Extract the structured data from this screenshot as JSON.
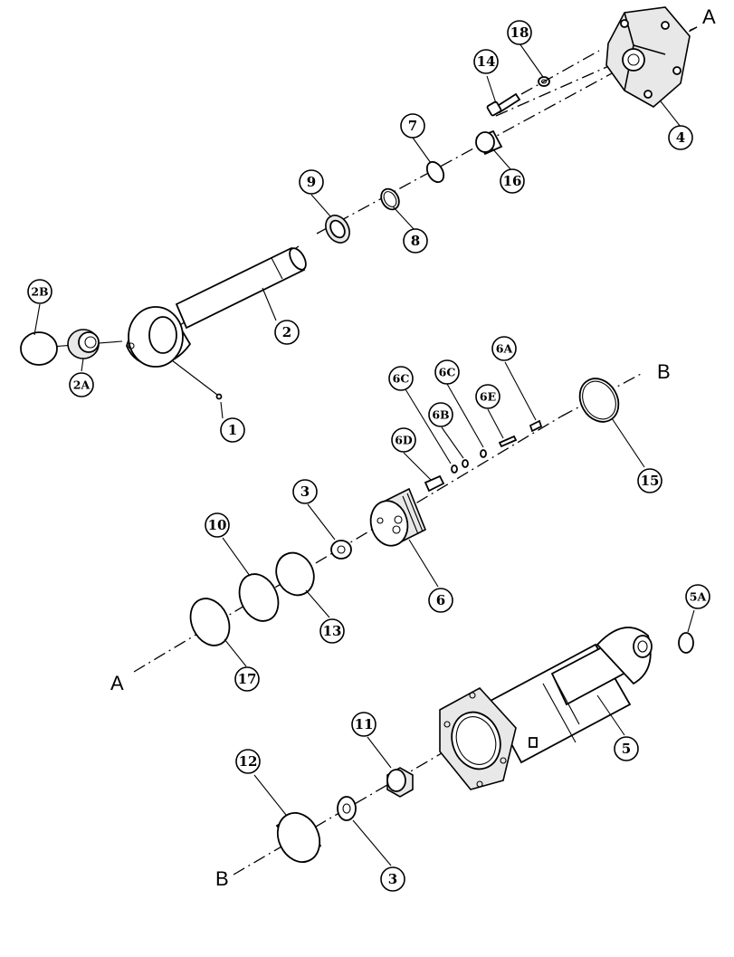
{
  "callouts": [
    {
      "id": "c18",
      "text": "18"
    },
    {
      "id": "c14",
      "text": "14"
    },
    {
      "id": "c4",
      "text": "4"
    },
    {
      "id": "c7",
      "text": "7"
    },
    {
      "id": "c16",
      "text": "16"
    },
    {
      "id": "c9",
      "text": "9"
    },
    {
      "id": "c8",
      "text": "8"
    },
    {
      "id": "c2B",
      "text": "2B"
    },
    {
      "id": "c2",
      "text": "2"
    },
    {
      "id": "c2A",
      "text": "2A"
    },
    {
      "id": "c1",
      "text": "1"
    },
    {
      "id": "c6A",
      "text": "6A"
    },
    {
      "id": "c6C1",
      "text": "6C"
    },
    {
      "id": "c6C2",
      "text": "6C"
    },
    {
      "id": "c6B",
      "text": "6B"
    },
    {
      "id": "c6E",
      "text": "6E"
    },
    {
      "id": "c6D",
      "text": "6D"
    },
    {
      "id": "c15",
      "text": "15"
    },
    {
      "id": "c3a",
      "text": "3"
    },
    {
      "id": "c10",
      "text": "10"
    },
    {
      "id": "c6",
      "text": "6"
    },
    {
      "id": "c13",
      "text": "13"
    },
    {
      "id": "c17",
      "text": "17"
    },
    {
      "id": "c5A",
      "text": "5A"
    },
    {
      "id": "c11",
      "text": "11"
    },
    {
      "id": "c5",
      "text": "5"
    },
    {
      "id": "c12",
      "text": "12"
    },
    {
      "id": "c3b",
      "text": "3"
    }
  ],
  "refs": {
    "a_top": "A",
    "a_bottom": "A",
    "b_top": "B",
    "b_bottom": "B"
  }
}
